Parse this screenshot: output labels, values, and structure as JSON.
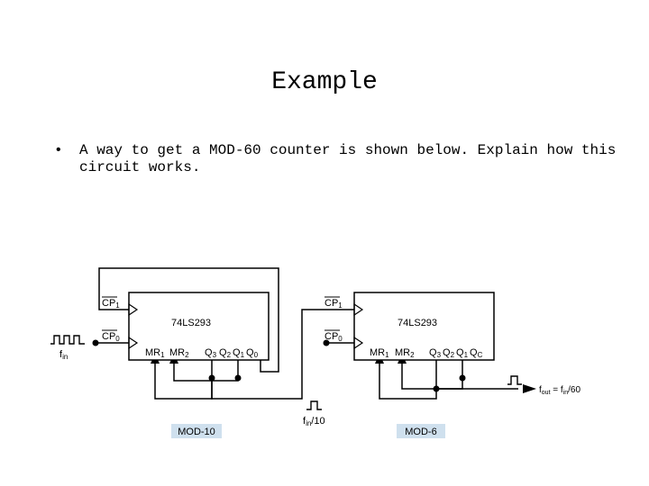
{
  "slide": {
    "title": "Example",
    "bullet_marker": "•",
    "bullet_text": "A way to get a MOD-60 counter is shown below. Explain how this circuit works."
  },
  "diagram": {
    "counter1": {
      "chip": "74LS293",
      "cp1": "CP",
      "cp1_sub": "1",
      "cp0": "CP",
      "cp0_sub": "0",
      "mr1": "MR",
      "mr1_sub": "1",
      "mr2": "MR",
      "mr2_sub": "2",
      "q_label": "Q3Q2Q1Q0",
      "q3": "Q",
      "q3_sub": "3",
      "q2": "Q",
      "q2_sub": "2",
      "q1": "Q",
      "q1_sub": "1",
      "q0": "Q",
      "q0_sub": "0",
      "caption": "MOD-10"
    },
    "counter2": {
      "chip": "74LS293",
      "cp1": "CP",
      "cp1_sub": "1",
      "cp0": "CP",
      "cp0_sub": "0",
      "mr1": "MR",
      "mr1_sub": "1",
      "mr2": "MR",
      "mr2_sub": "2",
      "q3": "Q",
      "q3_sub": "3",
      "q2": "Q",
      "q2_sub": "2",
      "q1": "Q",
      "q1_sub": "1",
      "q0": "Q",
      "q0_sub": "C",
      "caption": "MOD-6"
    },
    "fin": "f",
    "fin_sub": "in",
    "mid_freq": "f",
    "mid_freq_sub": "in",
    "mid_freq_div": "/10",
    "fout": "f",
    "fout_sub": "out",
    "fout_eq": " = f",
    "fout_eq_sub": "in",
    "fout_div": "/60",
    "caption_bg": "#cfe0ee"
  }
}
